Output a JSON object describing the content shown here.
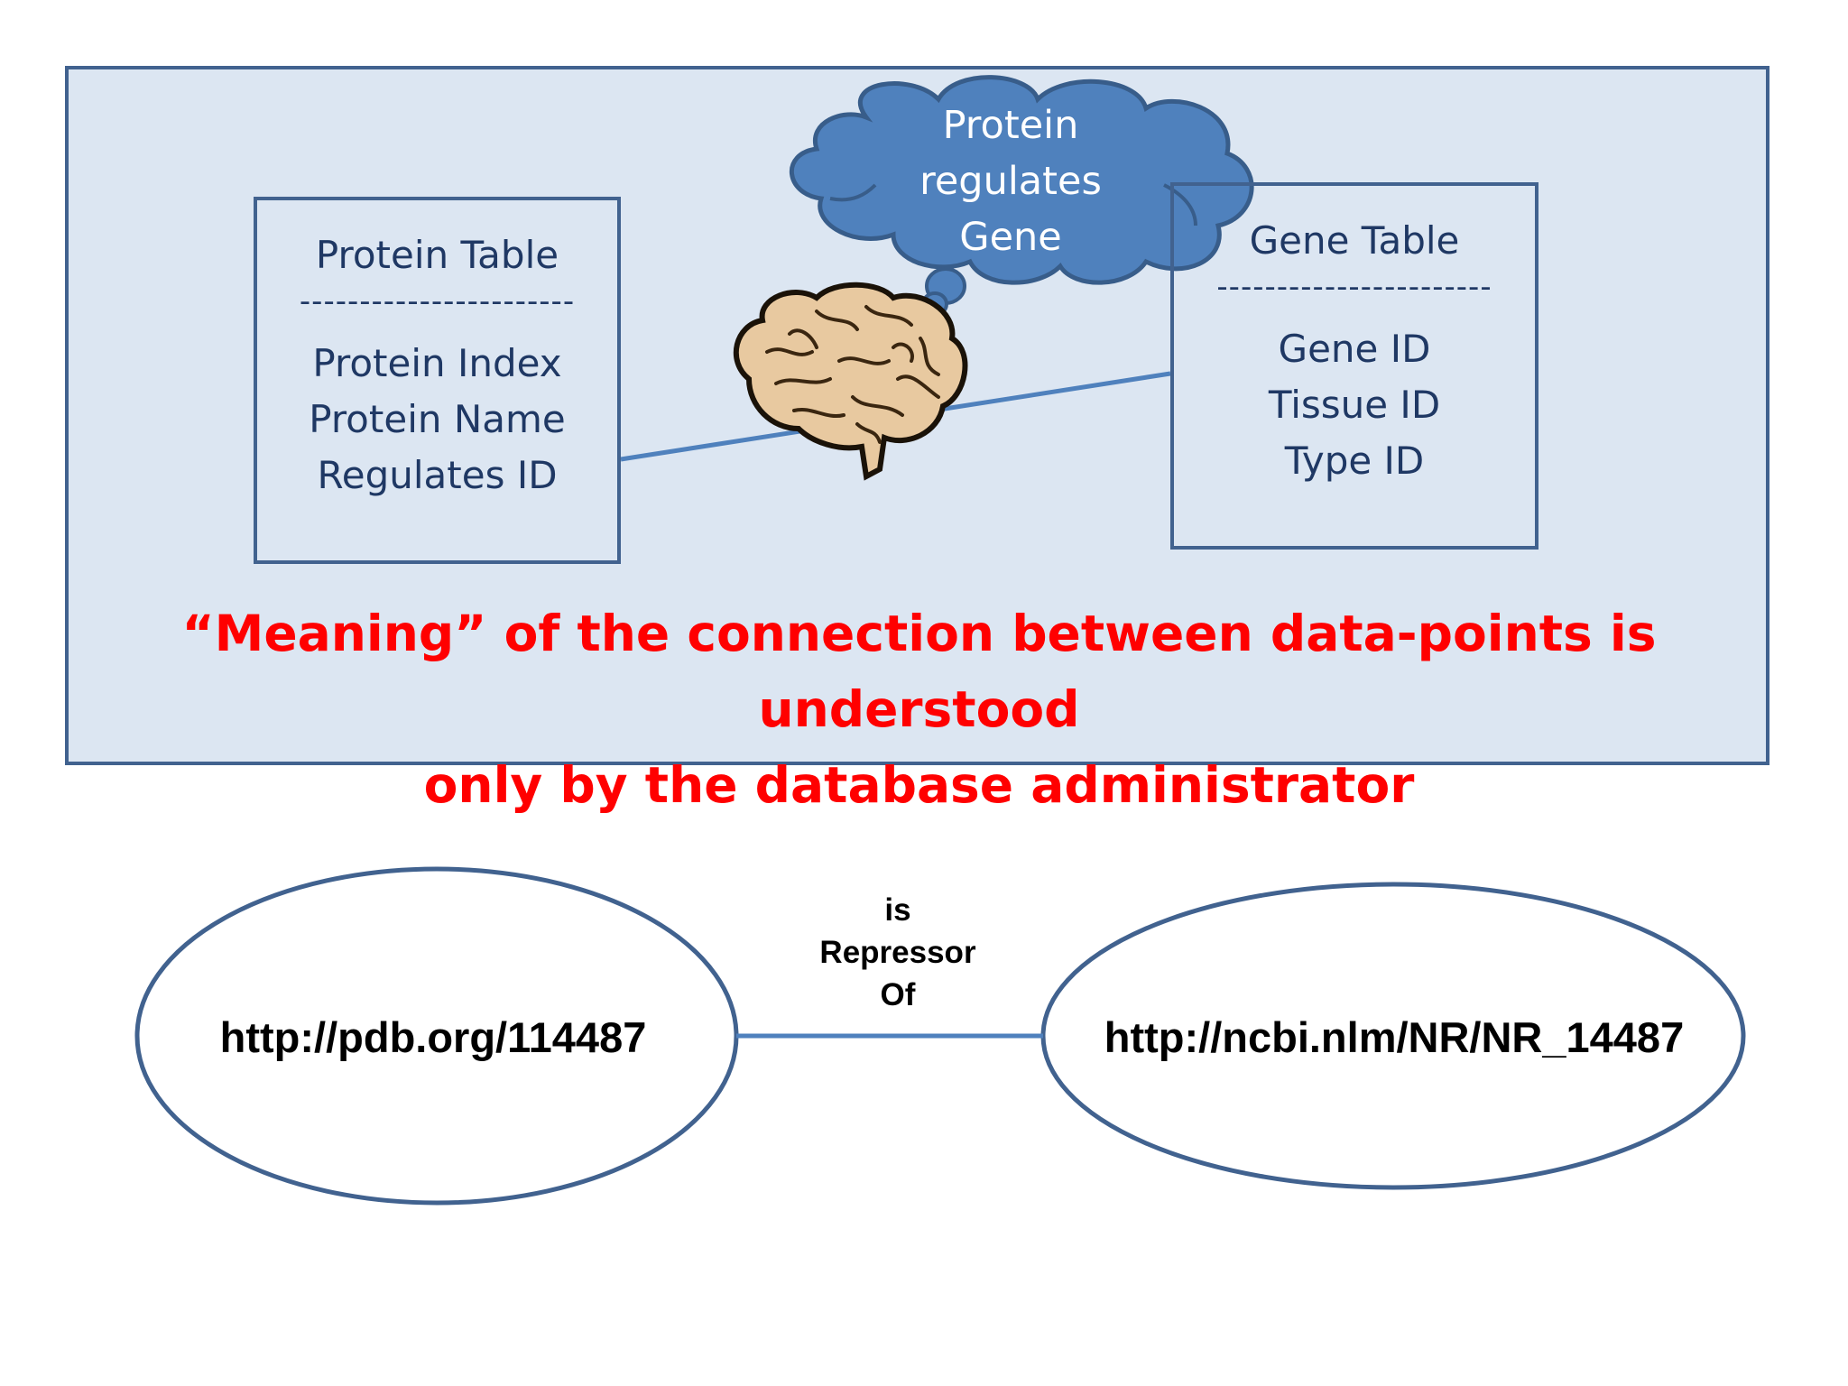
{
  "protein_table": {
    "title": "Protein Table",
    "separator": "-----------------------",
    "fields": [
      "Protein Index",
      "Protein Name",
      "Regulates ID"
    ]
  },
  "gene_table": {
    "title": "Gene Table",
    "separator": "-----------------------",
    "fields": [
      "Gene ID",
      "Tissue ID",
      "Type ID"
    ]
  },
  "thought_cloud": {
    "lines": [
      "Protein",
      "regulates",
      "Gene"
    ]
  },
  "brain_icon": "brain-icon",
  "note": {
    "line1": "“Meaning” of the connection between data-points is understood",
    "line2": "only by the database administrator"
  },
  "graph": {
    "subject": "http://pdb.org/114487",
    "object": "http://ncbi.nlm/NR/NR_14487",
    "predicate_lines": [
      "is",
      "Repressor",
      "Of"
    ]
  },
  "colors": {
    "panel_fill": "#dce6f2",
    "border": "#41628f",
    "cloud_fill": "#4f81bd",
    "cloud_stroke": "#385d8a",
    "note_red": "#ff0000",
    "table_text": "#1f3864"
  }
}
